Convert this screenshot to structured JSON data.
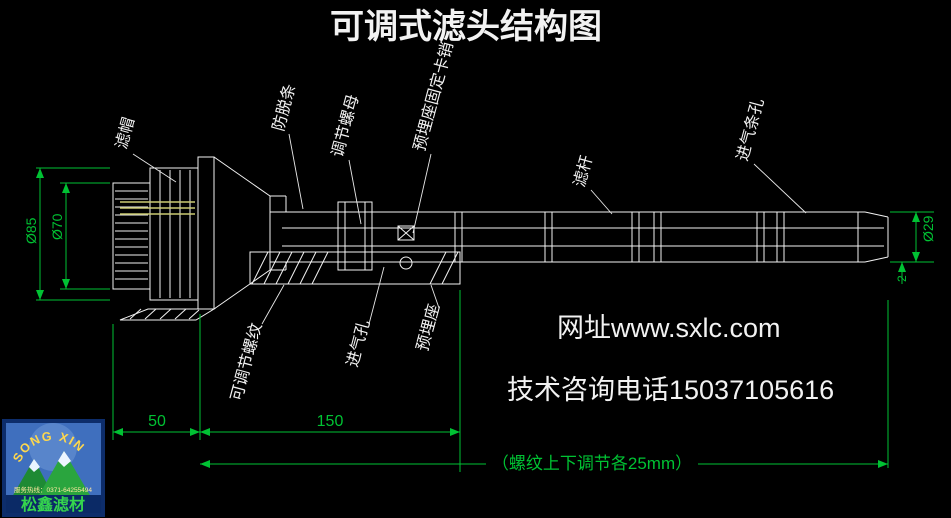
{
  "title": "可调式滤头结构图",
  "colors": {
    "background": "#000000",
    "drawing_line": "#f2f2f2",
    "dimension_line": "#00c233",
    "highlight_yellow": "#caca72",
    "logo_blue": "#3f6fbe",
    "logo_green": "#2aa53e",
    "logo_text_yellow": "#ffd84d",
    "logo_company_green": "#35d54d"
  },
  "part_labels": {
    "filter_cap": "滤帽",
    "anti_slip_strip": "防脱条",
    "adjusting_nut": "调节螺母",
    "embedded_seat_fixing_pin": "预埋座固定卡销",
    "filter_rod": "滤杆",
    "air_inlet_slots": "进气条孔",
    "adjustable_thread": "可调节螺纹",
    "air_inlet_hole": "进气孔",
    "embedded_seat": "预埋座"
  },
  "dimensions": {
    "cap_outer_diameter": "Ø85",
    "cap_inner_diameter": "Ø70",
    "rod_diameter": "Ø29",
    "wall_thickness": "2",
    "cap_length": "50",
    "seat_length": "150",
    "adjustment_note": "（螺纹上下调节各25mm）"
  },
  "contact": {
    "website": "网址www.sxlc.com",
    "phone": "技术咨询电话15037105616"
  },
  "logo": {
    "arc_text": "SONG XIN",
    "company": "松鑫滤材",
    "hotline": "服务热线：0371-64255494"
  }
}
